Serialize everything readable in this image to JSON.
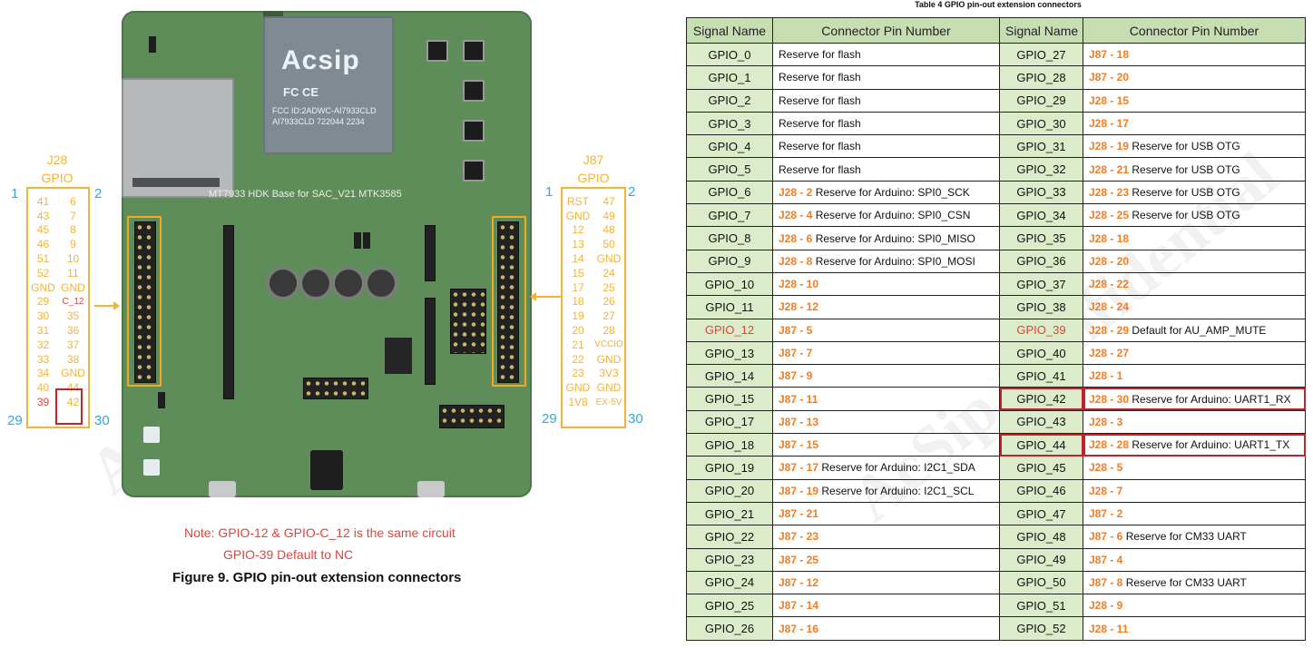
{
  "figure": {
    "module_brand": "Acsip",
    "module_fcc": "FC CE",
    "module_cert": "FCC ID:2ADWC-AI7933CLD AI7933CLD 722044 2234",
    "board_silk": "MT7933 HDK Base for SAC_V21   MTK3585",
    "j28": {
      "title_line1": "J28",
      "title_line2": "GPIO",
      "corner_tl": "1",
      "corner_tr": "2",
      "corner_bl": "29",
      "corner_br": "30",
      "rows": [
        [
          "41",
          "6"
        ],
        [
          "43",
          "7"
        ],
        [
          "45",
          "8"
        ],
        [
          "46",
          "9"
        ],
        [
          "51",
          "10"
        ],
        [
          "52",
          "11"
        ],
        [
          "GND",
          "GND"
        ],
        [
          "29",
          "C_12"
        ],
        [
          "30",
          "35"
        ],
        [
          "31",
          "36"
        ],
        [
          "32",
          "37"
        ],
        [
          "33",
          "38"
        ],
        [
          "34",
          "GND"
        ],
        [
          "40",
          "44"
        ],
        [
          "39",
          "42"
        ]
      ]
    },
    "j87": {
      "title_line1": "J87",
      "title_line2": "GPIO",
      "corner_tl": "1",
      "corner_tr": "2",
      "corner_bl": "29",
      "corner_br": "30",
      "rows": [
        [
          "RST",
          "47"
        ],
        [
          "GND",
          "49"
        ],
        [
          "12",
          "48"
        ],
        [
          "13",
          "50"
        ],
        [
          "14",
          "GND"
        ],
        [
          "15",
          "24"
        ],
        [
          "17",
          "25"
        ],
        [
          "18",
          "26"
        ],
        [
          "19",
          "27"
        ],
        [
          "20",
          "28"
        ],
        [
          "21",
          "VCCIO"
        ],
        [
          "22",
          "GND"
        ],
        [
          "23",
          "3V3"
        ],
        [
          "GND",
          "GND"
        ],
        [
          "1V8",
          "EX-5V"
        ]
      ]
    },
    "note_line1": "Note: GPIO-12 & GPIO-C_12 is the same circuit",
    "note_line2": "GPIO-39 Default to NC",
    "caption": "Figure 9. GPIO pin-out extension connectors"
  },
  "table": {
    "title": "Table 4 GPIO pin-out extension connectors",
    "headers": [
      "Signal Name",
      "Connector Pin Number",
      "Signal Name",
      "Connector Pin Number"
    ],
    "rows": [
      {
        "s1": "GPIO_0",
        "p1": "",
        "d1": "Reserve for flash",
        "s2": "GPIO_27",
        "p2": "J87 - 18",
        "d2": ""
      },
      {
        "s1": "GPIO_1",
        "p1": "",
        "d1": "Reserve for flash",
        "s2": "GPIO_28",
        "p2": "J87 - 20",
        "d2": ""
      },
      {
        "s1": "GPIO_2",
        "p1": "",
        "d1": "Reserve for flash",
        "s2": "GPIO_29",
        "p2": "J28 - 15",
        "d2": ""
      },
      {
        "s1": "GPIO_3",
        "p1": "",
        "d1": "Reserve for flash",
        "s2": "GPIO_30",
        "p2": "J28 - 17",
        "d2": ""
      },
      {
        "s1": "GPIO_4",
        "p1": "",
        "d1": "Reserve for flash",
        "s2": "GPIO_31",
        "p2": "J28 - 19",
        "d2": "Reserve for USB OTG"
      },
      {
        "s1": "GPIO_5",
        "p1": "",
        "d1": "Reserve for flash",
        "s2": "GPIO_32",
        "p2": "J28 - 21",
        "d2": "Reserve for USB OTG"
      },
      {
        "s1": "GPIO_6",
        "p1": "J28 - 2",
        "d1": "Reserve for Arduino: SPI0_SCK",
        "s2": "GPIO_33",
        "p2": "J28 - 23",
        "d2": "Reserve for USB OTG"
      },
      {
        "s1": "GPIO_7",
        "p1": "J28 - 4",
        "d1": "Reserve for Arduino: SPI0_CSN",
        "s2": "GPIO_34",
        "p2": "J28 - 25",
        "d2": "Reserve for USB OTG"
      },
      {
        "s1": "GPIO_8",
        "p1": "J28 - 6",
        "d1": "Reserve for Arduino: SPI0_MISO",
        "s2": "GPIO_35",
        "p2": "J28 - 18",
        "d2": ""
      },
      {
        "s1": "GPIO_9",
        "p1": "J28 - 8",
        "d1": "Reserve for Arduino: SPI0_MOSI",
        "s2": "GPIO_36",
        "p2": "J28 - 20",
        "d2": ""
      },
      {
        "s1": "GPIO_10",
        "p1": "J28 - 10",
        "d1": "",
        "s2": "GPIO_37",
        "p2": "J28 - 22",
        "d2": ""
      },
      {
        "s1": "GPIO_11",
        "p1": "J28 - 12",
        "d1": "",
        "s2": "GPIO_38",
        "p2": "J28 - 24",
        "d2": ""
      },
      {
        "s1": "GPIO_12",
        "p1": "J87 - 5",
        "d1": "",
        "s2": "GPIO_39",
        "p2": "J28 - 29",
        "d2": "Default for AU_AMP_MUTE"
      },
      {
        "s1": "GPIO_13",
        "p1": "J87 - 7",
        "d1": "",
        "s2": "GPIO_40",
        "p2": "J28 - 27",
        "d2": ""
      },
      {
        "s1": "GPIO_14",
        "p1": "J87 - 9",
        "d1": "",
        "s2": "GPIO_41",
        "p2": "J28 - 1",
        "d2": ""
      },
      {
        "s1": "GPIO_15",
        "p1": "J87 - 11",
        "d1": "",
        "s2": "GPIO_42",
        "p2": "J28 - 30",
        "d2": "Reserve for Arduino: UART1_RX"
      },
      {
        "s1": "GPIO_17",
        "p1": "J87 - 13",
        "d1": "",
        "s2": "GPIO_43",
        "p2": "J28 - 3",
        "d2": ""
      },
      {
        "s1": "GPIO_18",
        "p1": "J87 - 15",
        "d1": "",
        "s2": "GPIO_44",
        "p2": "J28 - 28",
        "d2": "Reserve for Arduino: UART1_TX"
      },
      {
        "s1": "GPIO_19",
        "p1": "J87 - 17",
        "d1": "Reserve for Arduino: I2C1_SDA",
        "s2": "GPIO_45",
        "p2": "J28 - 5",
        "d2": ""
      },
      {
        "s1": "GPIO_20",
        "p1": "J87 - 19",
        "d1": "Reserve for Arduino: I2C1_SCL",
        "s2": "GPIO_46",
        "p2": "J28 - 7",
        "d2": ""
      },
      {
        "s1": "GPIO_21",
        "p1": "J87 - 21",
        "d1": "",
        "s2": "GPIO_47",
        "p2": "J87 - 2",
        "d2": ""
      },
      {
        "s1": "GPIO_22",
        "p1": "J87 - 23",
        "d1": "",
        "s2": "GPIO_48",
        "p2": "J87 - 6",
        "d2": "Reserve for CM33 UART"
      },
      {
        "s1": "GPIO_23",
        "p1": "J87 - 25",
        "d1": "",
        "s2": "GPIO_49",
        "p2": "J87 - 4",
        "d2": ""
      },
      {
        "s1": "GPIO_24",
        "p1": "J87 - 12",
        "d1": "",
        "s2": "GPIO_50",
        "p2": "J87 - 8",
        "d2": "Reserve for CM33 UART"
      },
      {
        "s1": "GPIO_25",
        "p1": "J87 - 14",
        "d1": "",
        "s2": "GPIO_51",
        "p2": "J28 - 9",
        "d2": ""
      },
      {
        "s1": "GPIO_26",
        "p1": "J87 - 16",
        "d1": "",
        "s2": "GPIO_52",
        "p2": "J28 - 11",
        "d2": ""
      }
    ],
    "red_signals": [
      "GPIO_12",
      "GPIO_39"
    ],
    "highlighted_signals": [
      "GPIO_42",
      "GPIO_44"
    ]
  },
  "watermark": "AcSip Confidential",
  "colors": {
    "pin_orange": "#f07d25",
    "connector_orange": "#f5b335",
    "note_red": "#e0443a",
    "corner_blue": "#31a8dd",
    "header_green": "#c7ddb2",
    "cell_green": "#dcebc9",
    "highlight_red": "#c0232a"
  }
}
